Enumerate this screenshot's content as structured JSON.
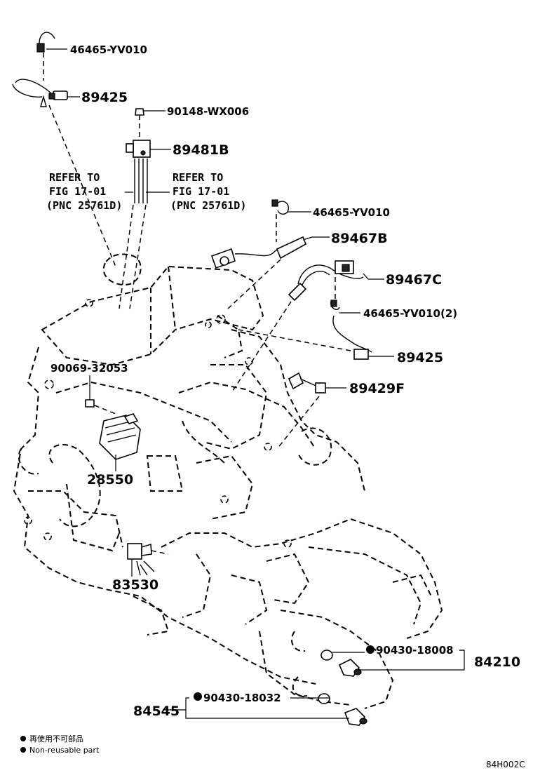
{
  "parts": {
    "p46465_top": "46465-YV010",
    "p89425_top": "89425",
    "p90148": "90148-WX006",
    "p89481b": "89481B",
    "ref_left_1": "REFER TO",
    "ref_left_2": "FIG 17-01",
    "ref_left_3": "(PNC 25761D)",
    "ref_right_1": "REFER TO",
    "ref_right_2": "FIG 17-01",
    "ref_right_3": "(PNC 25761D)",
    "p46465_mid": "46465-YV010",
    "p89467b": "89467B",
    "p89467c": "89467C",
    "p46465_two": "46465-YV010(2)",
    "p89425_mid": "89425",
    "p90069": "90069-32053",
    "p89429f": "89429F",
    "p28550": "28550",
    "p83530": "83530",
    "p90430_18008": "90430-18008",
    "p84210": "84210",
    "p84545": "84545",
    "p90430_18032": "90430-18032"
  },
  "legend": {
    "line_cn": "再使用不可部品",
    "line_en": "Non-reusable part"
  },
  "figure_code": "84H002C",
  "colors": {
    "ink": "#000000",
    "paper": "#ffffff"
  }
}
